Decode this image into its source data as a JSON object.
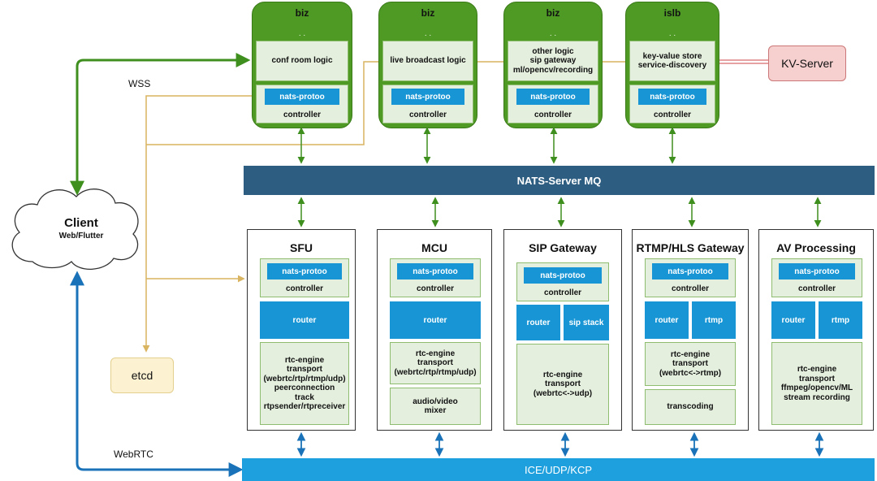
{
  "biz_nodes": [
    {
      "title": "biz",
      "logic": "conf room logic",
      "nats": "nats-protoo",
      "controller": "controller"
    },
    {
      "title": "biz",
      "logic": "live broadcast logic",
      "nats": "nats-protoo",
      "controller": "controller"
    },
    {
      "title": "biz",
      "logic": "other logic\nsip gateway\nml/opencv/recording",
      "nats": "nats-protoo",
      "controller": "controller"
    },
    {
      "title": "islb",
      "logic": "key-value store\nservice-discovery",
      "nats": "nats-protoo",
      "controller": "controller"
    }
  ],
  "kv_server": "KV-Server",
  "nats_mq": "NATS-Server MQ",
  "ice_bus": "ICE/UDP/KCP",
  "client": {
    "title": "Client",
    "subtitle": "Web/Flutter"
  },
  "etcd": "etcd",
  "labels": {
    "wss": "WSS",
    "webrtc": "WebRTC"
  },
  "services": [
    {
      "title": "SFU",
      "nats": "nats-protoo",
      "controller": "controller",
      "router": "router",
      "engine": "rtc-engine\ntransport\n(webrtc/rtp/rtmp/udp)\npeerconnection\ntrack\nrtpsender/rtpreceiver"
    },
    {
      "title": "MCU",
      "nats": "nats-protoo",
      "controller": "controller",
      "router": "router",
      "engine": "rtc-engine\ntransport\n(webrtc/rtp/rtmp/udp)",
      "extra": "audio/video\nmixer"
    },
    {
      "title": "SIP Gateway",
      "nats": "nats-protoo",
      "controller": "controller",
      "router": "router",
      "side": "sip stack",
      "engine": "rtc-engine\ntransport\n(webrtc<->udp)"
    },
    {
      "title": "RTMP/HLS Gateway",
      "nats": "nats-protoo",
      "controller": "controller",
      "router": "router",
      "side": "rtmp",
      "engine": "rtc-engine\ntransport\n(webrtc<->rtmp)",
      "extra": "transcoding"
    },
    {
      "title": "AV Processing",
      "nats": "nats-protoo",
      "controller": "controller",
      "router": "router",
      "side": "rtmp",
      "engine": "rtc-engine\ntransport\nffmpeg/opencv/ML\nstream recording"
    }
  ],
  "colors": {
    "green": "#3f8f1f",
    "blue_link": "#1a73b8",
    "yellow_link": "#d9b461",
    "nats_bar": "#2d5d80",
    "ice_bar": "#1fa0de",
    "biz_fill": "#4e9a25"
  }
}
